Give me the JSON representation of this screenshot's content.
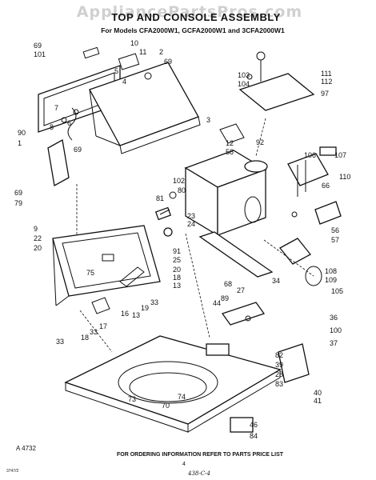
{
  "header": {
    "watermark": "AppliancePartsPros.com",
    "title": "TOP AND CONSOLE ASSEMBLY",
    "subtitle": "For Models CFA2000W1, GCFA2000W1 and 3CFA2000W1"
  },
  "labels": [
    {
      "id": "69a",
      "text": "69"
    },
    {
      "id": "101",
      "text": "101"
    },
    {
      "id": "10",
      "text": "10"
    },
    {
      "id": "11",
      "text": "11"
    },
    {
      "id": "2",
      "text": "2"
    },
    {
      "id": "69b",
      "text": "69"
    },
    {
      "id": "5",
      "text": "5"
    },
    {
      "id": "4",
      "text": "4"
    },
    {
      "id": "3",
      "text": "3"
    },
    {
      "id": "7",
      "text": "7"
    },
    {
      "id": "8",
      "text": "8"
    },
    {
      "id": "6",
      "text": "6"
    },
    {
      "id": "90",
      "text": "90"
    },
    {
      "id": "1",
      "text": "1"
    },
    {
      "id": "69c",
      "text": "69"
    },
    {
      "id": "69d",
      "text": "69"
    },
    {
      "id": "79",
      "text": "79"
    },
    {
      "id": "103",
      "text": "103"
    },
    {
      "id": "104",
      "text": "104"
    },
    {
      "id": "111",
      "text": "111"
    },
    {
      "id": "112",
      "text": "112"
    },
    {
      "id": "97",
      "text": "97"
    },
    {
      "id": "12",
      "text": "12"
    },
    {
      "id": "58",
      "text": "58"
    },
    {
      "id": "92",
      "text": "92"
    },
    {
      "id": "107",
      "text": "107"
    },
    {
      "id": "106",
      "text": "106"
    },
    {
      "id": "110",
      "text": "110"
    },
    {
      "id": "66",
      "text": "66"
    },
    {
      "id": "102",
      "text": "102"
    },
    {
      "id": "80",
      "text": "80"
    },
    {
      "id": "81",
      "text": "81"
    },
    {
      "id": "23",
      "text": "23"
    },
    {
      "id": "24",
      "text": "24"
    },
    {
      "id": "56",
      "text": "56"
    },
    {
      "id": "57",
      "text": "57"
    },
    {
      "id": "9",
      "text": "9"
    },
    {
      "id": "22",
      "text": "22"
    },
    {
      "id": "20a",
      "text": "20"
    },
    {
      "id": "91",
      "text": "91"
    },
    {
      "id": "25",
      "text": "25"
    },
    {
      "id": "20b",
      "text": "20"
    },
    {
      "id": "18a",
      "text": "18"
    },
    {
      "id": "13a",
      "text": "13"
    },
    {
      "id": "75",
      "text": "75"
    },
    {
      "id": "108",
      "text": "108"
    },
    {
      "id": "109",
      "text": "109"
    },
    {
      "id": "68",
      "text": "68"
    },
    {
      "id": "34",
      "text": "34"
    },
    {
      "id": "105",
      "text": "105"
    },
    {
      "id": "27",
      "text": "27"
    },
    {
      "id": "89",
      "text": "89"
    },
    {
      "id": "16",
      "text": "16"
    },
    {
      "id": "13b",
      "text": "13"
    },
    {
      "id": "19",
      "text": "19"
    },
    {
      "id": "33a",
      "text": "33"
    },
    {
      "id": "44",
      "text": "44"
    },
    {
      "id": "36",
      "text": "36"
    },
    {
      "id": "100",
      "text": "100"
    },
    {
      "id": "37",
      "text": "37"
    },
    {
      "id": "18b",
      "text": "18"
    },
    {
      "id": "33b",
      "text": "33"
    },
    {
      "id": "17",
      "text": "17"
    },
    {
      "id": "33c",
      "text": "33"
    },
    {
      "id": "82",
      "text": "82"
    },
    {
      "id": "39",
      "text": "39"
    },
    {
      "id": "28",
      "text": "28"
    },
    {
      "id": "83",
      "text": "83"
    },
    {
      "id": "40",
      "text": "40"
    },
    {
      "id": "41",
      "text": "41"
    },
    {
      "id": "73",
      "text": "73"
    },
    {
      "id": "74",
      "text": "74"
    },
    {
      "id": "70",
      "text": "70"
    },
    {
      "id": "46",
      "text": "46"
    },
    {
      "id": "84",
      "text": "84"
    }
  ],
  "footer": {
    "drawing_number": "A 4732",
    "order_info": "FOR ORDERING INFORMATION REFER TO PARTS PRICE LIST",
    "page_number": "4",
    "handwritten_ref": "438-C-4",
    "corner_code": "3747/2"
  }
}
